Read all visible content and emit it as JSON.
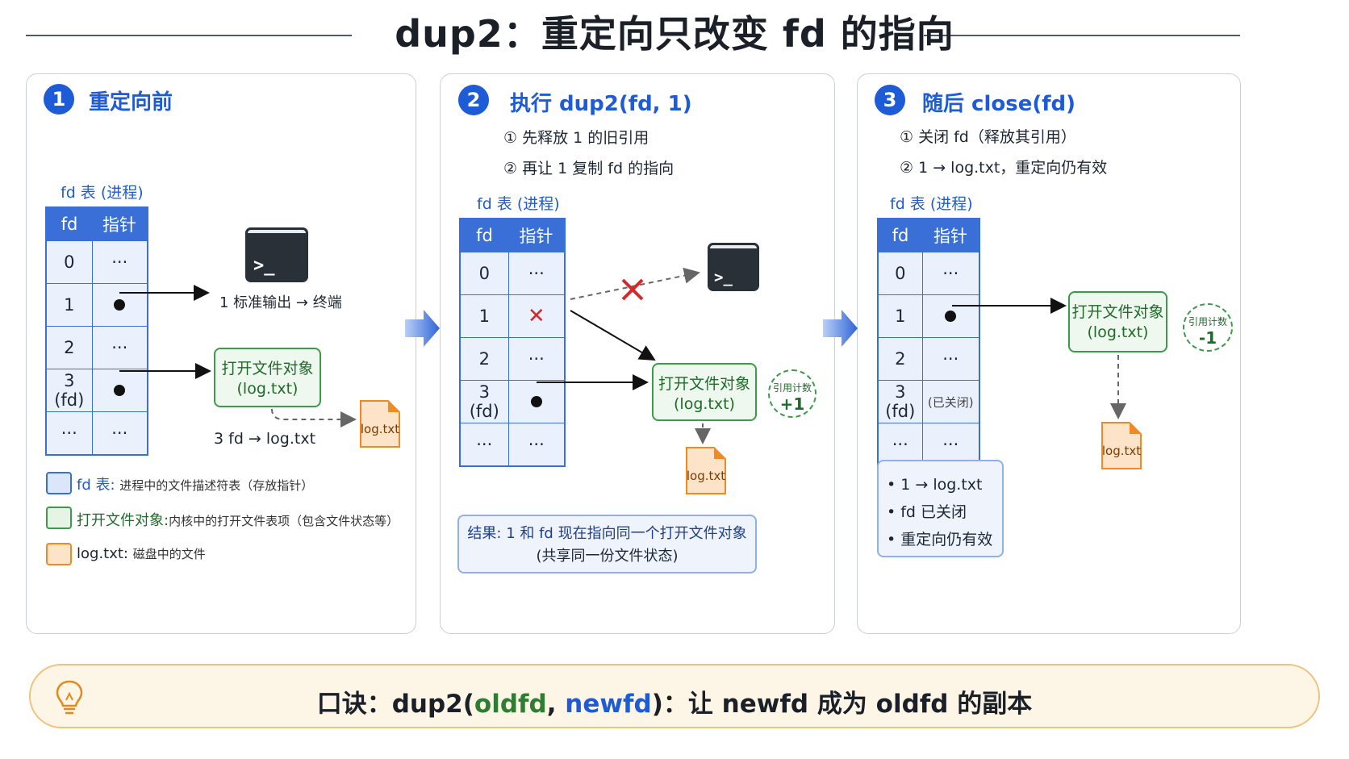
{
  "title": "dup2：重定向只改变 fd 的指向",
  "panel1": {
    "num": "1",
    "title": "重定向前",
    "table_caption": "fd 表 (进程)",
    "headers": [
      "fd",
      "指针"
    ],
    "rows": [
      {
        "fd": "0",
        "ptr": "···"
      },
      {
        "fd": "1",
        "ptr": ""
      },
      {
        "fd": "2",
        "ptr": "···"
      },
      {
        "fd": "3 (fd)",
        "ptr": ""
      },
      {
        "fd": "···",
        "ptr": "···"
      }
    ],
    "stdout_label": "1 标准输出 → 终端",
    "open_file_line1": "打开文件对象",
    "open_file_line2": "(log.txt)",
    "fd_label": "3 fd → log.txt",
    "logfile": "log.txt",
    "legend": [
      {
        "key": "fd 表:",
        "desc": "进程中的文件描述符表（存放指针）",
        "color": "#dbe6fb",
        "border": "#3a6fd8",
        "keycolor": "#1e5bd6"
      },
      {
        "key": "打开文件对象:",
        "desc": "内核中的打开文件表项（包含文件状态等）",
        "color": "#e6f4e6",
        "border": "#3c9a4a",
        "keycolor": "#1f6b2a"
      },
      {
        "key": "log.txt:",
        "desc": "磁盘中的文件",
        "color": "#fde3c7",
        "border": "#f08a24",
        "keycolor": "#1d2733"
      }
    ]
  },
  "panel2": {
    "num": "2",
    "title": "执行 dup2(fd, 1)",
    "step1": "① 先释放 1 的旧引用",
    "step2": "② 再让 1 复制 fd 的指向",
    "table_caption": "fd 表 (进程)",
    "headers": [
      "fd",
      "指针"
    ],
    "rows": [
      {
        "fd": "0",
        "ptr": "···"
      },
      {
        "fd": "1",
        "ptr": ""
      },
      {
        "fd": "2",
        "ptr": "···"
      },
      {
        "fd": "3 (fd)",
        "ptr": ""
      },
      {
        "fd": "···",
        "ptr": "···"
      }
    ],
    "open_file_line1": "打开文件对象",
    "open_file_line2": "(log.txt)",
    "refcount_label": "引用计数",
    "refcount_value": "+1",
    "logfile": "log.txt",
    "result_line1": "结果: 1 和 fd 现在指向同一个打开文件对象",
    "result_line2": "(共享同一份文件状态)"
  },
  "panel3": {
    "num": "3",
    "title": "随后 close(fd)",
    "step1": "① 关闭 fd（释放其引用）",
    "step2": "② 1 → log.txt，重定向仍有效",
    "table_caption": "fd 表 (进程)",
    "headers": [
      "fd",
      "指针"
    ],
    "rows": [
      {
        "fd": "0",
        "ptr": "···"
      },
      {
        "fd": "1",
        "ptr": ""
      },
      {
        "fd": "2",
        "ptr": "···"
      },
      {
        "fd": "3 (fd)",
        "ptr": "(已关闭)"
      },
      {
        "fd": "···",
        "ptr": "···"
      }
    ],
    "open_file_line1": "打开文件对象",
    "open_file_line2": "(log.txt)",
    "refcount_label": "引用计数",
    "refcount_value": "-1",
    "logfile": "log.txt",
    "summary": [
      "• 1 → log.txt",
      "• fd 已关闭",
      "• 重定向仍有效"
    ]
  },
  "tip": {
    "prefix": "口诀：dup2(",
    "oldfd": "oldfd",
    "comma": ", ",
    "newfd": "newfd",
    "suffix": ")：让 newfd 成为 oldfd 的副本",
    "oldfd_color": "#2e7d32",
    "newfd_color": "#1e5bd6"
  },
  "colors": {
    "accent": "#1e5bd6",
    "green": "#3c9a4a",
    "orange": "#f08a24",
    "red": "#d62828"
  }
}
